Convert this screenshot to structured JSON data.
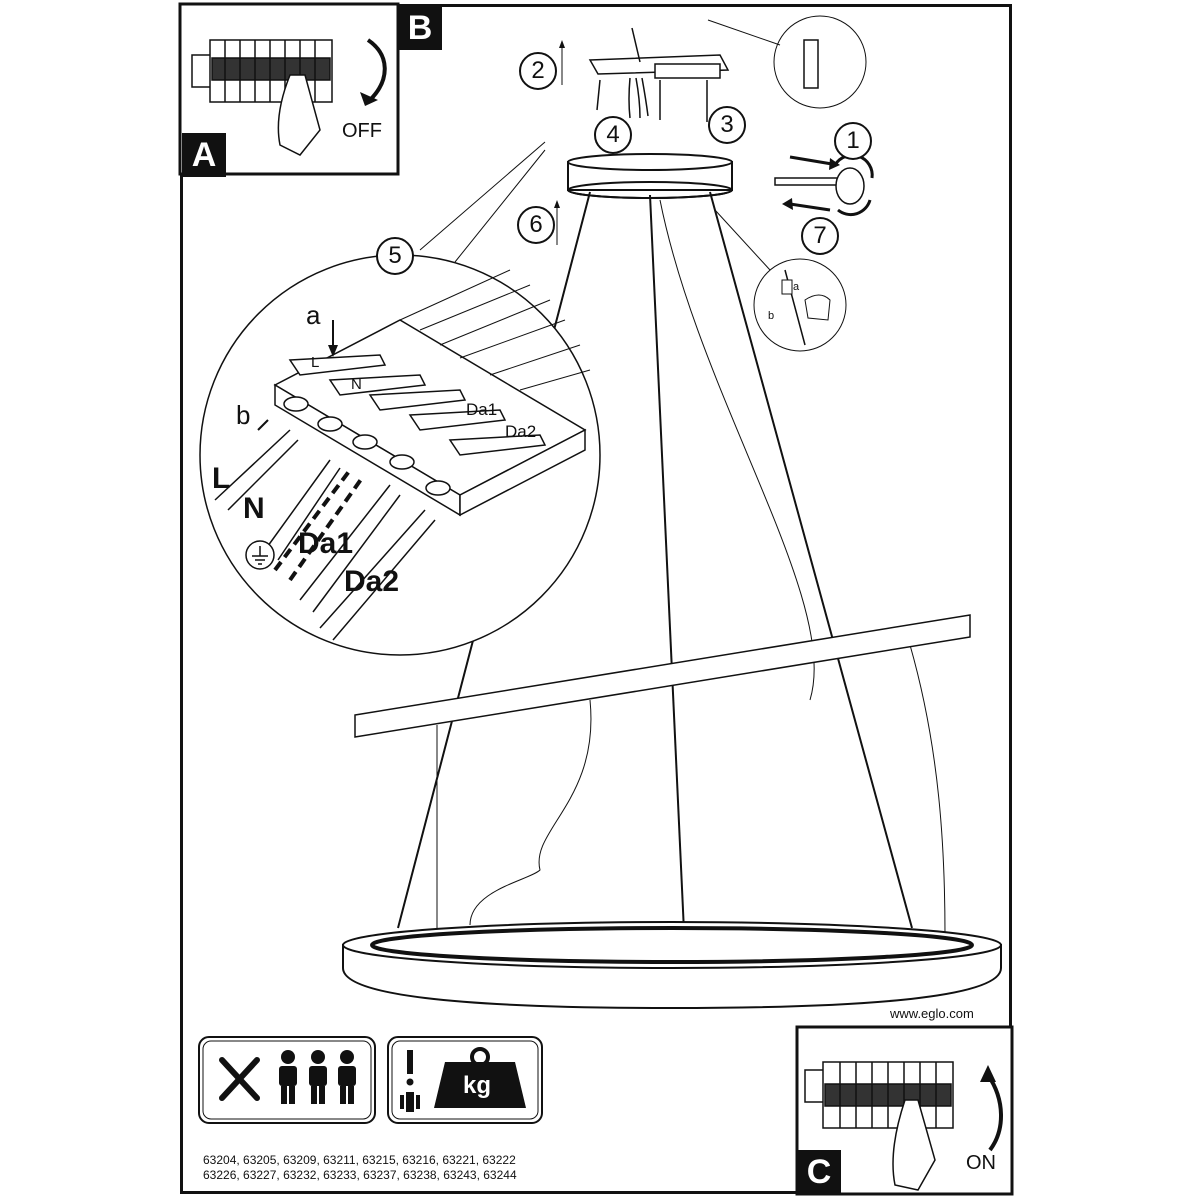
{
  "panels": {
    "a": {
      "tag": "A"
    },
    "b": {
      "tag": "B",
      "label": "OFF"
    },
    "c": {
      "tag": "C",
      "label": "ON"
    }
  },
  "steps": [
    "1",
    "2",
    "3",
    "4",
    "5",
    "6",
    "7"
  ],
  "wiring": {
    "letter_a": "a",
    "letter_b": "b",
    "terminals": [
      "L",
      "N",
      "Da1",
      "Da2"
    ],
    "wires": [
      "L",
      "N",
      "Da1",
      "Da2"
    ]
  },
  "detail_clip": {
    "letter_a": "a",
    "letter_b": "b"
  },
  "footer": {
    "website": "www.eglo.com",
    "weight_unit": "kg",
    "model_codes_line1": "63204, 63205, 63209, 63211, 63215, 63216, 63221, 63222",
    "model_codes_line2": "63226, 63227, 63232, 63233, 63237, 63238, 63243, 63244"
  },
  "icons": [
    "tools-icon",
    "three-persons-icon",
    "warning-icon",
    "weight-icon",
    "circuit-breaker-icon",
    "hand-icon",
    "ground-icon"
  ]
}
